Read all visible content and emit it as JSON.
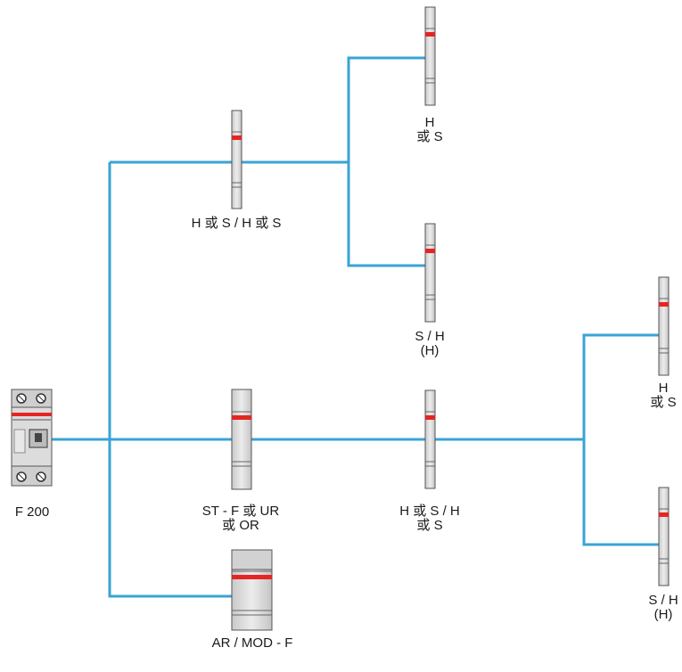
{
  "colors": {
    "wire": "#3aa3d6",
    "module_body": "#d9d9d9",
    "module_edge": "#555555",
    "accent": "#e52521"
  },
  "nodes": {
    "main": {
      "line1": "F 200"
    },
    "top_left": {
      "line1": "H 或 S / H 或 S"
    },
    "top_right_upper": {
      "line1": "H",
      "line2": "或 S"
    },
    "top_right_lower": {
      "line1": "S / H",
      "line2": "(H)"
    },
    "mid_left": {
      "line1": "ST - F 或 UR",
      "line2": "或 OR"
    },
    "mid_center": {
      "line1": "H 或 S / H",
      "line2": "或 S"
    },
    "far_right_upper": {
      "line1": "H",
      "line2": "或 S"
    },
    "far_right_lower": {
      "line1": "S / H",
      "line2": "(H)"
    },
    "bottom": {
      "line1": "AR / MOD - F"
    }
  }
}
